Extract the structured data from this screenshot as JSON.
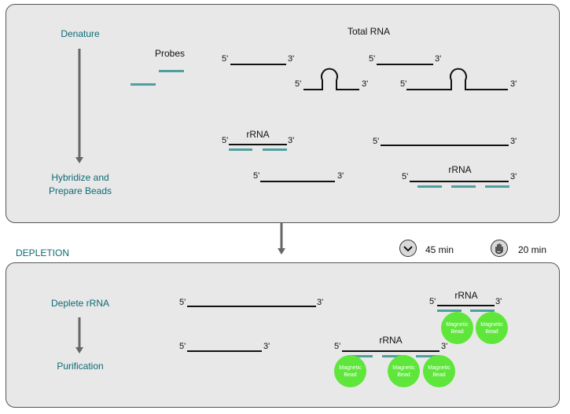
{
  "top": {
    "step1": "Denature",
    "step2_line1": "Hybridize and",
    "step2_line2": "Prepare Beads",
    "probes": "Probes",
    "total_rna": "Total RNA",
    "rrna_a": "rRNA",
    "rrna_b": "rRNA"
  },
  "middle": {
    "depletion": "DEPLETION",
    "time1": "45 min",
    "time2": "20 min",
    "time1_icon": "checkmark-chevron-icon",
    "time2_icon": "hand-icon"
  },
  "bottom": {
    "step1": "Deplete rRNA",
    "step2": "Purification",
    "rrna_a": "rRNA",
    "rrna_b": "rRNA",
    "bead_label": "Magnetic Bead"
  },
  "ends": {
    "five": "5'",
    "three": "3'"
  },
  "colors": {
    "panel": "#e8e8e8",
    "step_text": "#0d6a75",
    "probe": "#4e9fa0",
    "bead": "#5ee63b"
  }
}
